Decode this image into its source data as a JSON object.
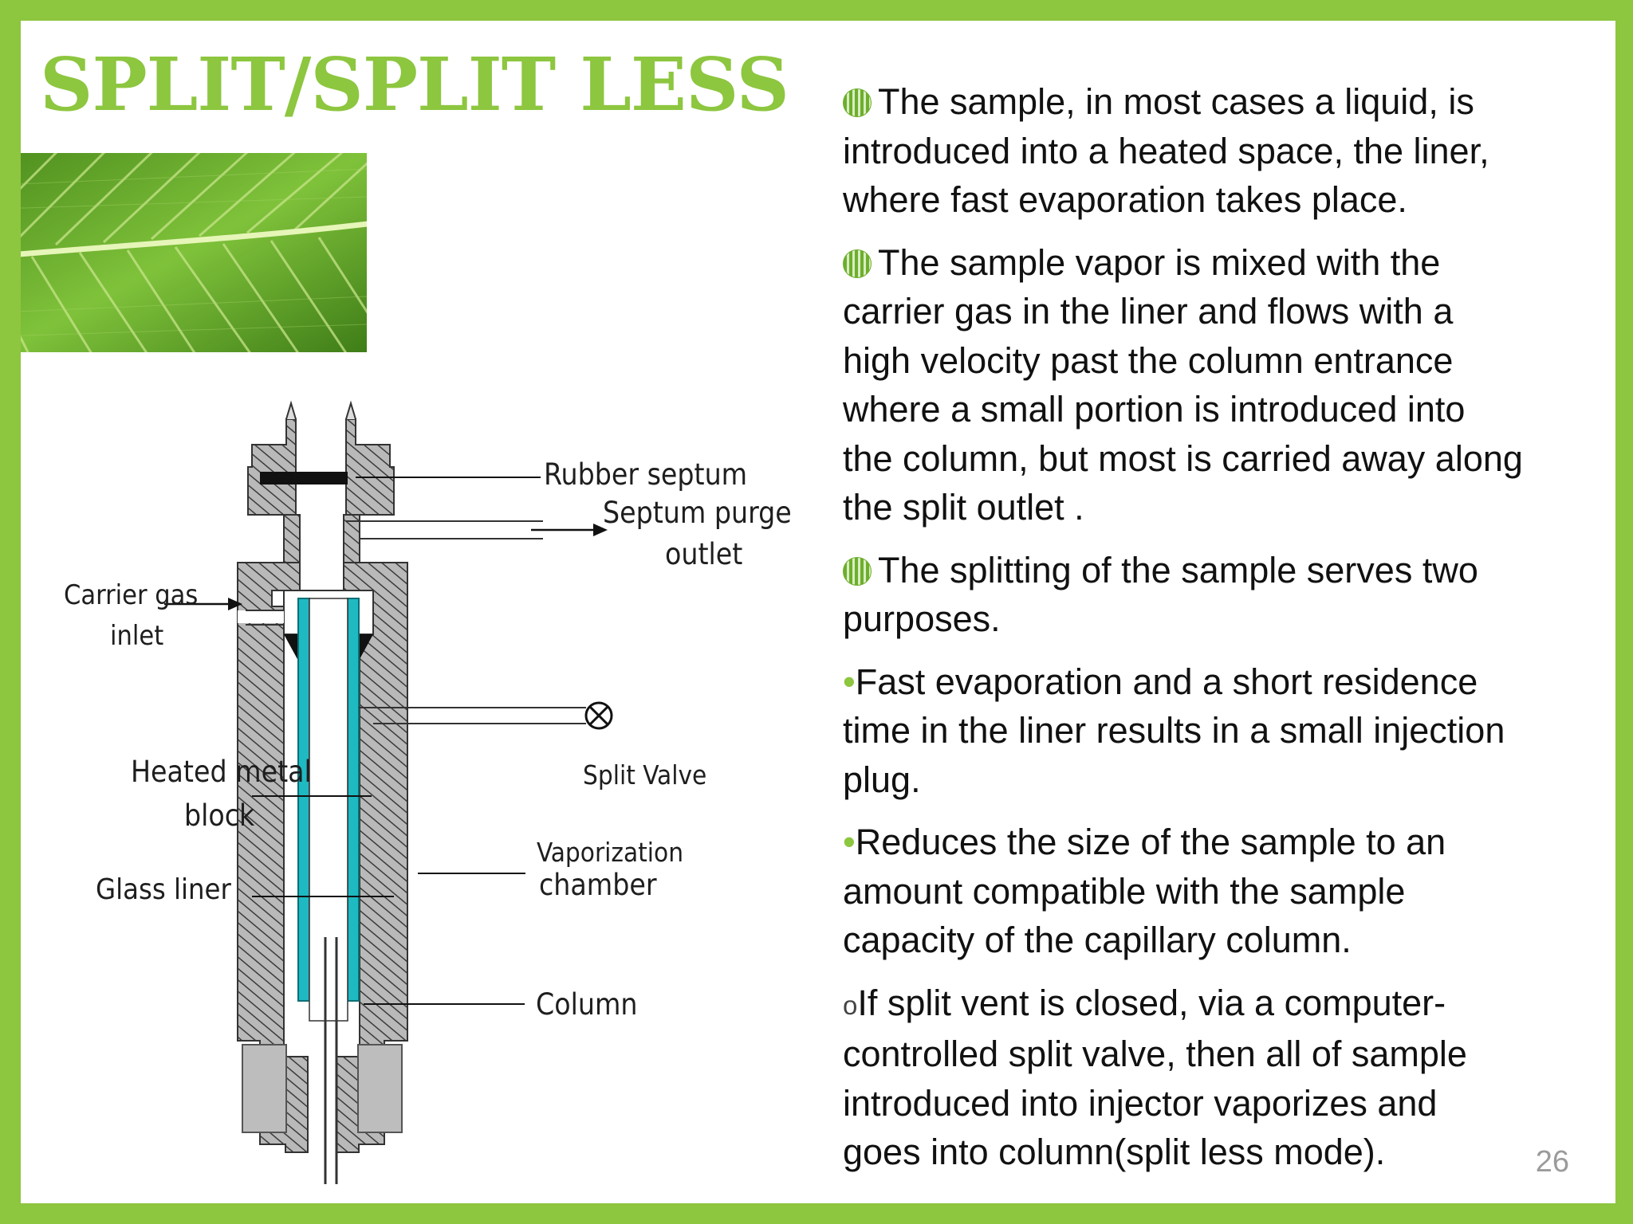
{
  "slide": {
    "title": "SPLIT/SPLIT LESS",
    "page_number": "26",
    "accent_color": "#8DC63F",
    "decorative_image": "green-leaf-photo"
  },
  "diagram": {
    "labels": {
      "rubber_septum": "Rubber septum",
      "septum_purge_line1": "Septum purge",
      "septum_purge_line2": "outlet",
      "carrier_gas_line1": "Carrier gas",
      "carrier_gas_line2": "inlet",
      "heated_block_line1": "Heated metal",
      "heated_block_line2": "block",
      "glass_liner": "Glass liner",
      "split_valve": "Split Valve",
      "vaporization_line1": "Vaporization",
      "vaporization_line2": "chamber",
      "column": "Column"
    },
    "colors": {
      "liner": "#1FB9C2",
      "block": "#BDBDBD"
    }
  },
  "content": {
    "paragraphs": [
      {
        "bullet": "round",
        "lines": [
          "The sample, in most cases a liquid, is",
          "introduced into a heated space, the liner,",
          "where fast evaporation takes place."
        ]
      },
      {
        "bullet": "round",
        "lines": [
          "The sample vapor is mixed with the",
          "carrier gas in the liner and flows with a",
          "high velocity past the column entrance",
          "where a small portion is introduced into",
          "the column, but most is carried away along",
          "the split outlet ."
        ]
      },
      {
        "bullet": "round",
        "lines": [
          "The splitting of the sample serves two",
          "purposes."
        ]
      },
      {
        "bullet": "•",
        "lines": [
          "Fast evaporation and a short residence",
          "time in the liner results in a small injection",
          "plug."
        ]
      },
      {
        "bullet": "•",
        "lines": [
          "Reduces the size of the sample to an",
          "amount compatible with the sample",
          "capacity of the capillary column."
        ]
      },
      {
        "bullet": "o",
        "lines": [
          "If split vent is closed, via a computer-",
          "controlled split valve, then all of sample",
          "introduced into injector vaporizes and",
          "goes into column(split less mode)."
        ]
      }
    ]
  }
}
